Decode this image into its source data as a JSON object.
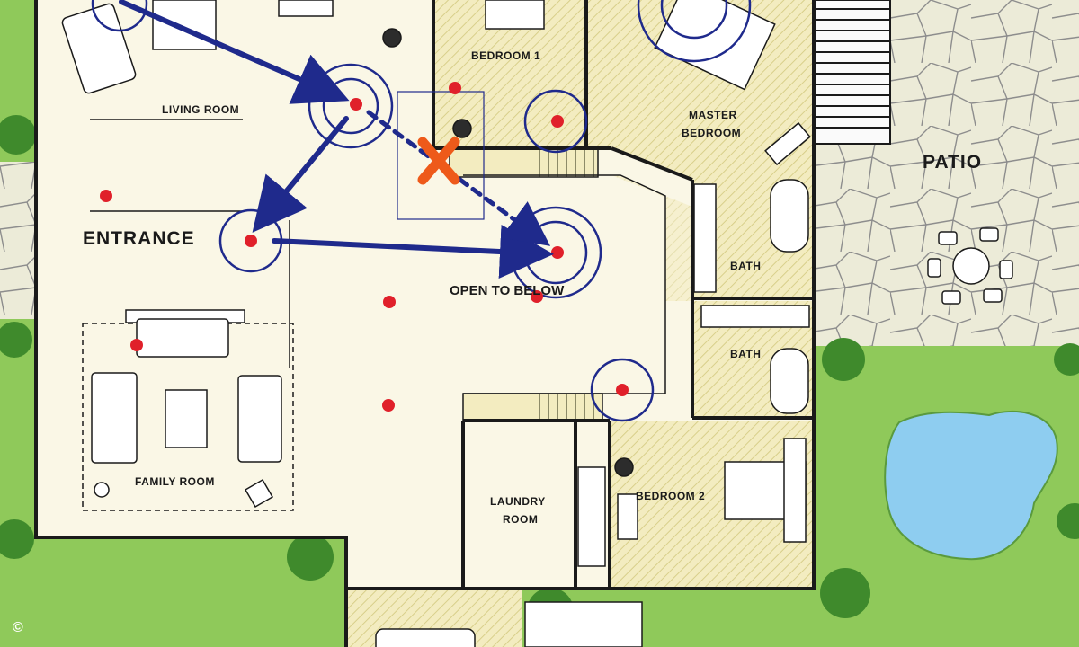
{
  "labels": {
    "living_room": "LIVING ROOM",
    "bedroom1": "BEDROOM 1",
    "master_bedroom_line1": "MASTER",
    "master_bedroom_line2": "BEDROOM",
    "patio": "PATIO",
    "entrance": "ENTRANCE",
    "bath_upper": "BATH",
    "bath_lower": "BATH",
    "open_to_below": "OPEN TO BELOW",
    "family_room": "FAMILY ROOM",
    "laundry_line1": "LAUNDRY",
    "laundry_line2": "ROOM",
    "bedroom2": "BEDROOM 2",
    "copyright": "©"
  },
  "colors": {
    "floor": "#faf7e6",
    "hatched_floor": "#f3ecc0",
    "hatch_line": "#d8cf8a",
    "wall": "#1a1a1a",
    "lawn": "#8fc95a",
    "bush": "#3f8a2c",
    "stone_patio": "#ecebd8",
    "stone_line": "#8d8d8d",
    "pool": "#8ecdf0",
    "access_point": "#e0202a",
    "signal_ring": "#1f2a8c",
    "path_arrow": "#1f2a8c",
    "blocked_marker": "#ee5a1a"
  },
  "legend_icons": {
    "access_point": "red-dot-icon",
    "signal": "concentric-rings-icon",
    "blocked": "x-mark-icon"
  }
}
